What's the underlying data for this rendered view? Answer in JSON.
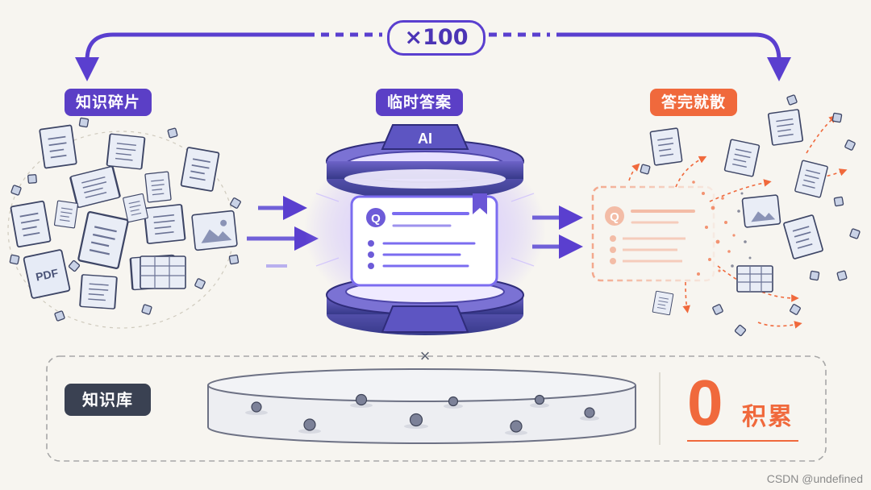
{
  "multiplier": "×100",
  "stages": {
    "fragments": "知识碎片",
    "temporary_answer": "临时答案",
    "dissipate": "答完就散"
  },
  "device_label": "AI",
  "card_icon_letter": "Q",
  "doc_badge": "PDF",
  "knowledge_base": {
    "label": "知识库",
    "separator_symbol": "×",
    "count": "0",
    "count_suffix": "积累"
  },
  "watermark": "CSDN @undefined",
  "colors": {
    "purple": "#5b3fc6",
    "orange": "#f0693c",
    "navy": "#3a4152",
    "background": "#f7f5f0"
  }
}
